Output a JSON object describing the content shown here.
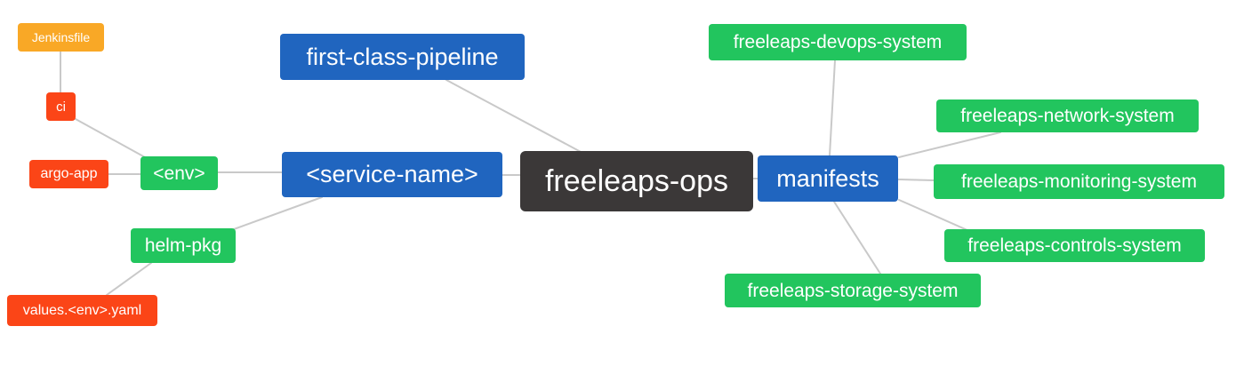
{
  "palette": {
    "root_bg": "#3b3838",
    "primary_bg": "#2065bf",
    "secondary_bg": "#22c55e",
    "warning_bg": "#f9a826",
    "danger_bg": "#fb4517",
    "edge": "#c9c9c9",
    "text": "#ffffff",
    "canvas_bg": "#ffffff"
  },
  "nodes": [
    {
      "id": "jenkinsfile",
      "label": "Jenkinsfile",
      "role": "warning"
    },
    {
      "id": "ci",
      "label": "ci",
      "role": "danger"
    },
    {
      "id": "argo-app",
      "label": "argo-app",
      "role": "danger"
    },
    {
      "id": "env",
      "label": "<env>",
      "role": "secondary"
    },
    {
      "id": "helm-pkg",
      "label": "helm-pkg",
      "role": "secondary"
    },
    {
      "id": "values-env-yaml",
      "label": "values.<env>.yaml",
      "role": "danger"
    },
    {
      "id": "first-class-pipeline",
      "label": "first-class-pipeline",
      "role": "primary"
    },
    {
      "id": "service-name",
      "label": "<service-name>",
      "role": "primary"
    },
    {
      "id": "freeleaps-ops",
      "label": "freeleaps-ops",
      "role": "root"
    },
    {
      "id": "manifests",
      "label": "manifests",
      "role": "primary"
    },
    {
      "id": "freeleaps-devops-system",
      "label": "freeleaps-devops-system",
      "role": "secondary"
    },
    {
      "id": "freeleaps-network-system",
      "label": "freeleaps-network-system",
      "role": "secondary"
    },
    {
      "id": "freeleaps-monitoring-system",
      "label": "freeleaps-monitoring-system",
      "role": "secondary"
    },
    {
      "id": "freeleaps-controls-system",
      "label": "freeleaps-controls-system",
      "role": "secondary"
    },
    {
      "id": "freeleaps-storage-system",
      "label": "freeleaps-storage-system",
      "role": "secondary"
    }
  ],
  "edges": [
    [
      "jenkinsfile",
      "ci"
    ],
    [
      "ci",
      "env"
    ],
    [
      "argo-app",
      "env"
    ],
    [
      "env",
      "service-name"
    ],
    [
      "helm-pkg",
      "service-name"
    ],
    [
      "values-env-yaml",
      "helm-pkg"
    ],
    [
      "first-class-pipeline",
      "freeleaps-ops"
    ],
    [
      "service-name",
      "freeleaps-ops"
    ],
    [
      "freeleaps-ops",
      "manifests"
    ],
    [
      "manifests",
      "freeleaps-devops-system"
    ],
    [
      "manifests",
      "freeleaps-network-system"
    ],
    [
      "manifests",
      "freeleaps-monitoring-system"
    ],
    [
      "manifests",
      "freeleaps-controls-system"
    ],
    [
      "manifests",
      "freeleaps-storage-system"
    ]
  ]
}
